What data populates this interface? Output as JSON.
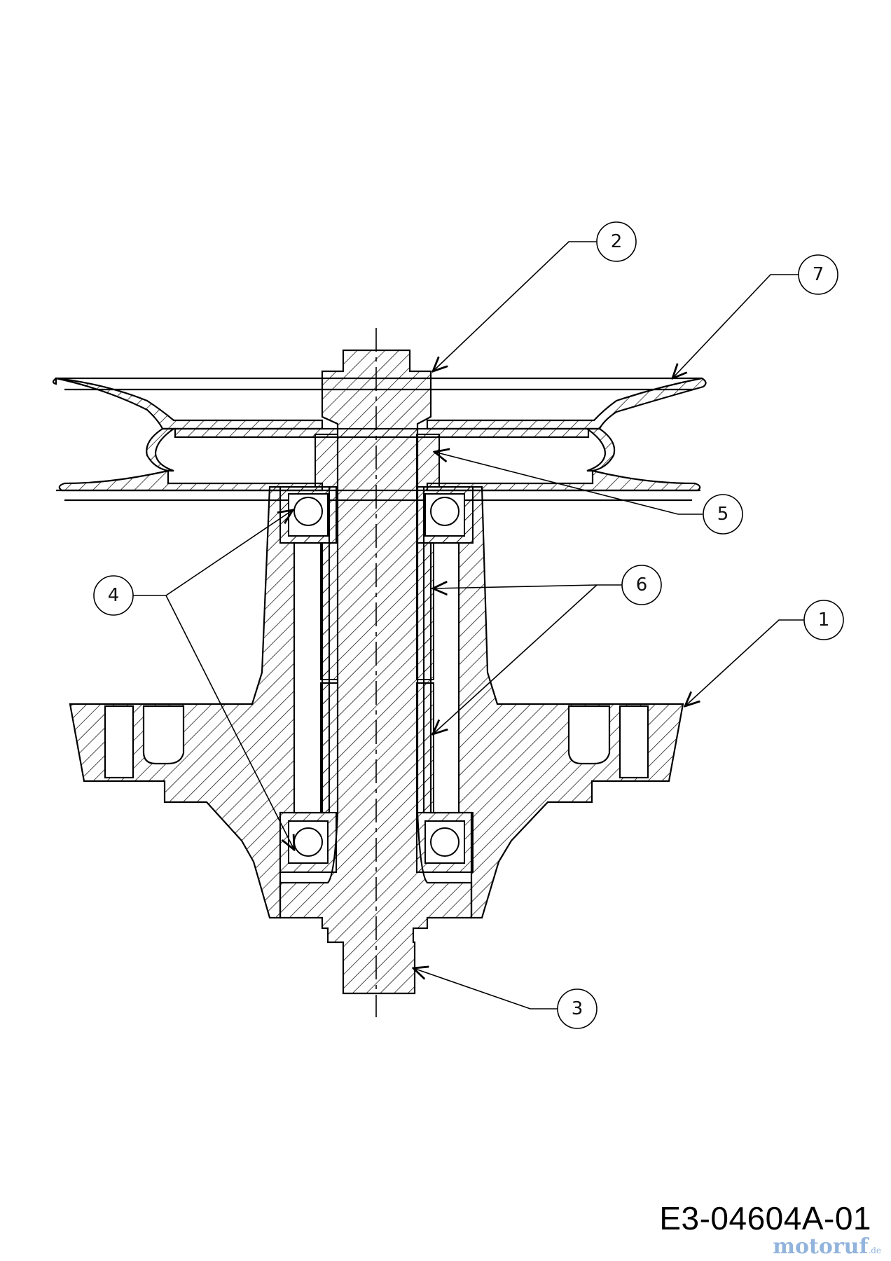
{
  "drawing": {
    "code": "E3-04604A-01",
    "watermark": {
      "name": "motoruf",
      "suffix": ".de"
    }
  },
  "callouts": [
    {
      "id": "1",
      "label": "1"
    },
    {
      "id": "2",
      "label": "2"
    },
    {
      "id": "3",
      "label": "3"
    },
    {
      "id": "4",
      "label": "4"
    },
    {
      "id": "5",
      "label": "5"
    },
    {
      "id": "6",
      "label": "6"
    },
    {
      "id": "7",
      "label": "7"
    }
  ],
  "colors": {
    "line": "#000000",
    "background": "#ffffff",
    "watermark": "#7fa7d6"
  }
}
